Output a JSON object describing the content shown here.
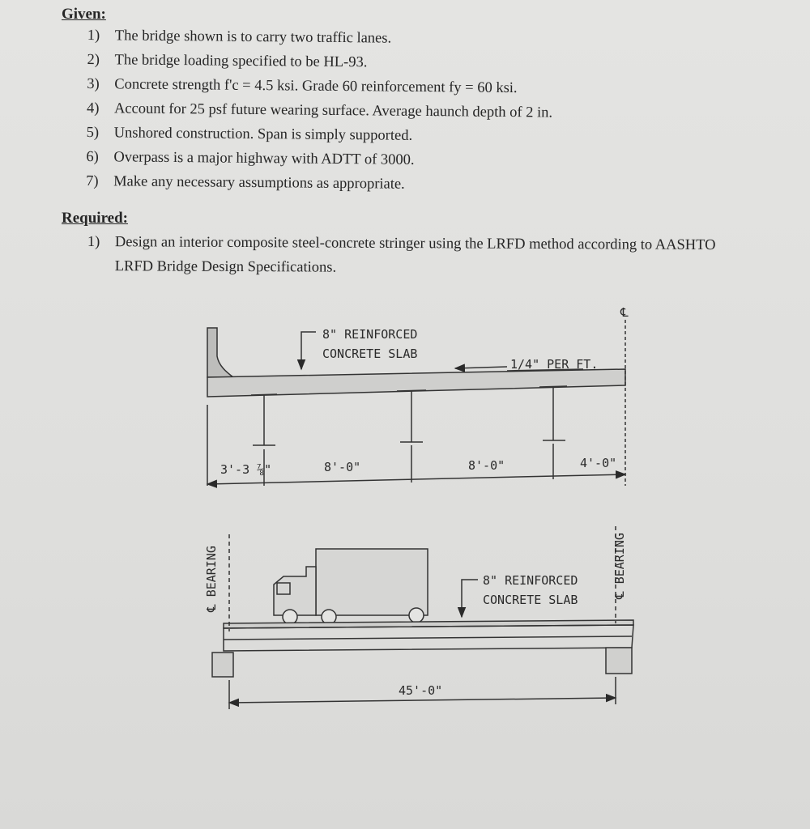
{
  "given": {
    "heading": "Given:",
    "items": [
      {
        "num": "1)",
        "text": "The bridge shown is to carry two traffic lanes."
      },
      {
        "num": "2)",
        "text": "The bridge loading specified to be HL-93."
      },
      {
        "num": "3)",
        "text": "Concrete strength f'c = 4.5 ksi. Grade 60 reinforcement fy = 60 ksi."
      },
      {
        "num": "4)",
        "text": "Account for 25 psf future wearing surface. Average haunch depth of 2 in."
      },
      {
        "num": "5)",
        "text": "Unshored construction. Span is simply supported."
      },
      {
        "num": "6)",
        "text": "Overpass is a major highway with ADTT of 3000."
      },
      {
        "num": "7)",
        "text": "Make any necessary assumptions as appropriate."
      }
    ]
  },
  "required": {
    "heading": "Required:",
    "items": [
      {
        "num": "1)",
        "text": "Design an interior composite steel-concrete stringer using the LRFD method according to AASHTO LRFD Bridge Design Specifications."
      }
    ]
  },
  "cross_section": {
    "centerline_symbol": "℄",
    "slab_label_line1": "8\" REINFORCED",
    "slab_label_line2": "CONCRETE SLAB",
    "slope_label": "1/4\" PER FT.",
    "dimensions": [
      "3'-3 ⅞\"",
      "8'-0\"",
      "8'-0\"",
      "4'-0\""
    ]
  },
  "elevation": {
    "left_bearing": "℄ BEARING",
    "right_bearing": "℄ BEARING",
    "slab_label_line1": "8\" REINFORCED",
    "slab_label_line2": "CONCRETE SLAB",
    "span": "45'-0\""
  }
}
